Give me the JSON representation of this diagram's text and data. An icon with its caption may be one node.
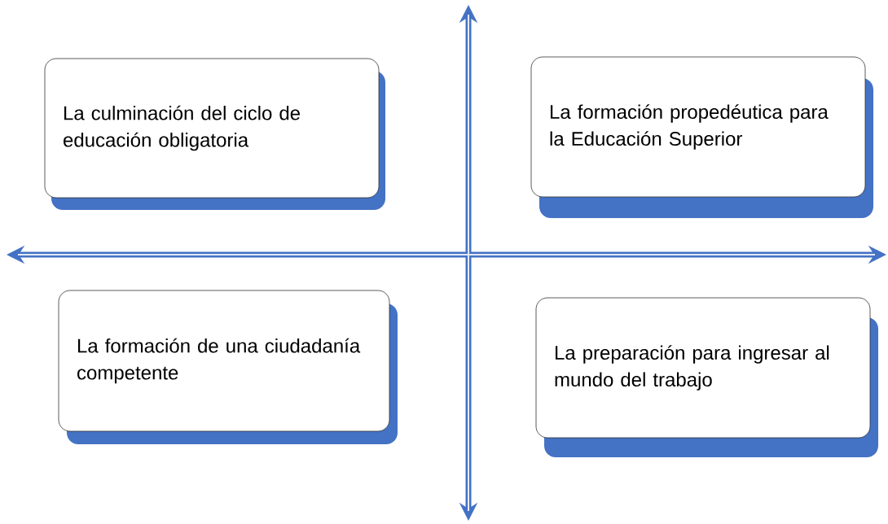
{
  "diagram": {
    "nodes": [
      {
        "text": [
          "La culminación del ciclo de educación obligatoria"
        ]
      },
      {
        "text": [
          "La formación propedéutica para la Educación Superior"
        ]
      },
      {
        "text": [
          "La formación de una ciudadanía competente"
        ]
      },
      {
        "text": [
          "La preparación para ingresar al mundo del trabajo"
        ]
      }
    ],
    "edges": []
  }
}
